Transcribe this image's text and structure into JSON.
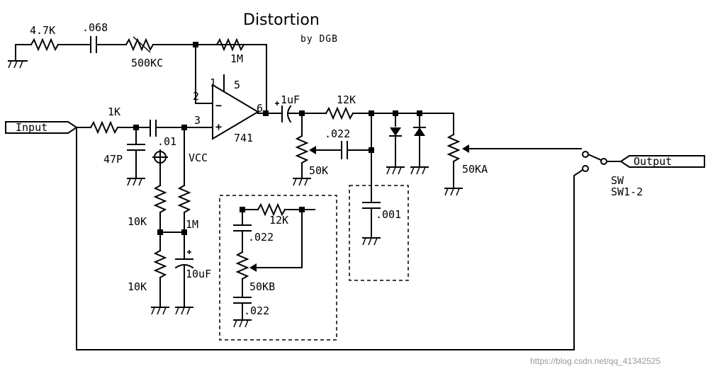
{
  "title": "Distortion",
  "subtitle": "by DGB",
  "ports": {
    "input": "Input",
    "output": "Output"
  },
  "labels": {
    "r_4k7": "4.7K",
    "c_068": ".068",
    "pot_500kc": "500KC",
    "r_1m_feedback": "1M",
    "pin_1": "1",
    "pin_2": "2",
    "pin_3": "3",
    "pin_5": "5",
    "pin_6": "6",
    "opamp": "741",
    "r_1k": "1K",
    "c_01": ".01",
    "c_47p": "47P",
    "vcc": "VCC",
    "r_10k_top": "10K",
    "r_10k_bottom": "10K",
    "r_1m_bias": "1M",
    "c_10uf": "10uF",
    "c_1uf": "1uF",
    "r_12k": "12K",
    "c_022_top": ".022",
    "pot_50k": "50K",
    "pot_50ka": "50KA",
    "c_001": ".001",
    "tone_r_12k": "12K",
    "tone_c_022_a": ".022",
    "tone_pot_50kb": "50KB",
    "tone_c_022_b": ".022",
    "switch_name": "SW",
    "switch_id": "SW1-2"
  },
  "watermark": "https://blog.csdn.net/qq_41342525"
}
